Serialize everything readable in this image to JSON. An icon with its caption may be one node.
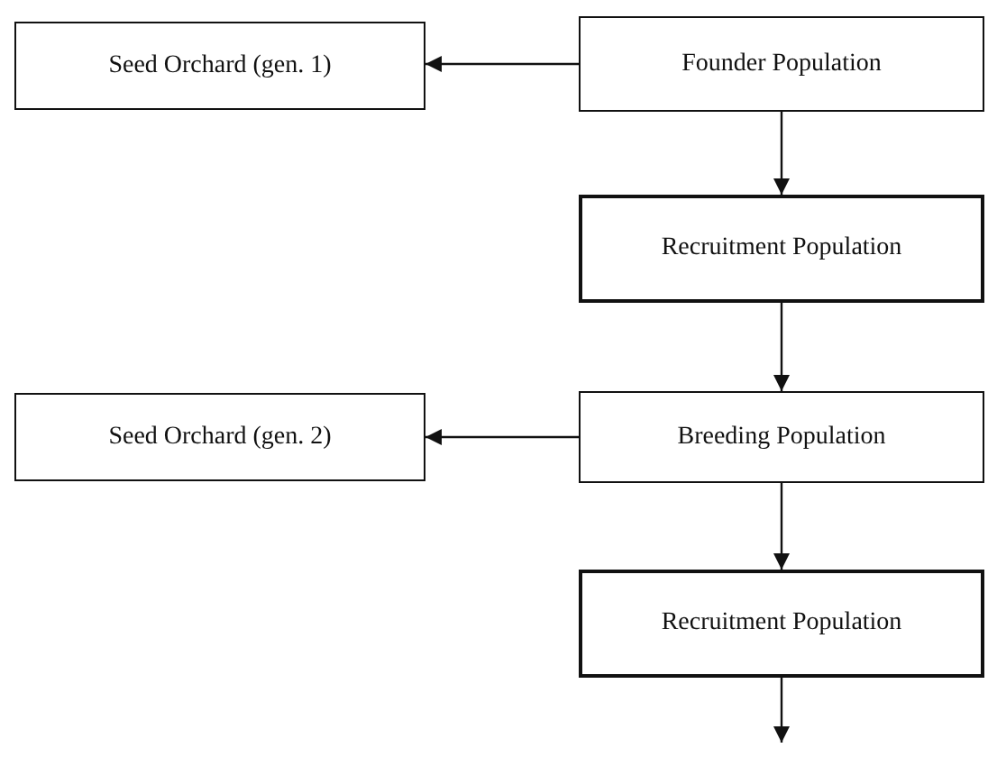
{
  "diagram": {
    "nodes": [
      {
        "text": [
          "Seed Orchard (gen. 1)"
        ]
      },
      {
        "text": [
          "Founder Population"
        ]
      },
      {
        "text": [
          "Recruitment Population"
        ]
      },
      {
        "text": [
          "Seed Orchard (gen. 2)"
        ]
      },
      {
        "text": [
          "Breeding Population"
        ]
      },
      {
        "text": [
          "Recruitment Population"
        ]
      }
    ],
    "edges": [
      {
        "from": 1,
        "to": 0,
        "arrow": "to"
      },
      {
        "from": 1,
        "to": 2,
        "arrow": "to"
      },
      {
        "from": 2,
        "to": 4,
        "arrow": "to"
      },
      {
        "from": 4,
        "to": 3,
        "arrow": "to"
      },
      {
        "from": 4,
        "to": 5,
        "arrow": "to"
      },
      {
        "from": 5,
        "to": null,
        "arrow": "to"
      }
    ]
  }
}
